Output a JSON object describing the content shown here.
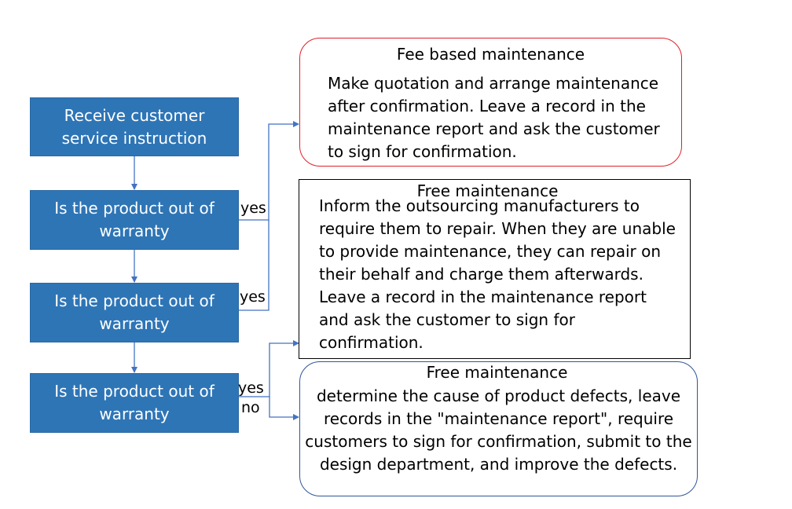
{
  "flow": {
    "start": "Receive customer service instruction",
    "decisions": [
      "Is the product out of warranty",
      "Is the product out of warranty",
      "Is the product out of warranty"
    ],
    "labels": {
      "yes_1": "yes",
      "yes_2": "yes",
      "yes_3": "yes",
      "no_3": "no"
    }
  },
  "outcomes": {
    "fee_based": {
      "title": "Fee based maintenance",
      "body": "Make quotation and arrange maintenance after confirmation. Leave a record in the maintenance report and ask the customer to sign for confirmation."
    },
    "free_outsourced": {
      "title": "Free maintenance",
      "body": "Inform the outsourcing manufacturers to require them to repair. When they are unable to provide maintenance, they can repair on their behalf and charge them afterwards. Leave a record in the maintenance report and ask the customer to sign for confirmation."
    },
    "free_design": {
      "title": "Free maintenance",
      "body": "determine the cause of product defects, leave records in the \"maintenance report\", require customers to sign for confirmation, submit to the design department, and improve the defects."
    }
  },
  "colors": {
    "node_fill": "#2e75b6",
    "node_text": "#ffffff",
    "connector": "#4472c4",
    "fee_border": "#e0202a",
    "free_outsourced_border": "#000000",
    "free_design_border": "#2f5597"
  }
}
